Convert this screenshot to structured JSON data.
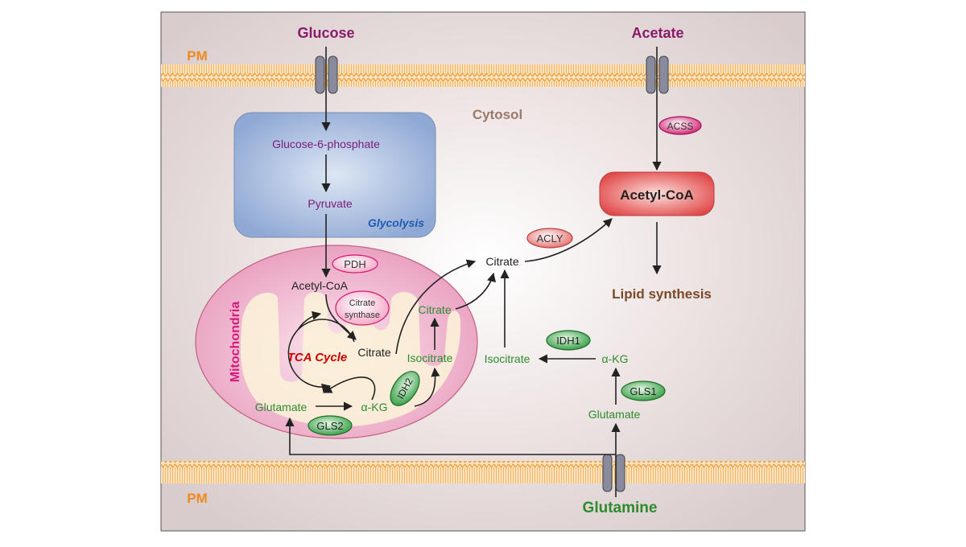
{
  "membrane": {
    "top_label": "PM",
    "bottom_label": "PM"
  },
  "compartments": {
    "cytosol": "Cytosol",
    "glycolysis": "Glycolysis",
    "mitochondria": "Mitochondria",
    "tca_cycle": "TCA Cycle"
  },
  "substrates": {
    "glucose": "Glucose",
    "acetate": "Acetate",
    "glutamine": "Glutamine"
  },
  "metabolites": {
    "g6p": "Glucose-6-phosphate",
    "pyruvate": "Pyruvate",
    "acetyl_coa_mito": "Acetyl-CoA",
    "citrate_mito": "Citrate",
    "citrate_mito_green": "Citrate",
    "isocitrate_mito": "Isocitrate",
    "akg_mito": "α-KG",
    "glutamate_mito": "Glutamate",
    "citrate_cyto": "Citrate",
    "isocitrate_cyto": "Isocitrate",
    "akg_cyto": "α-KG",
    "glutamate_cyto": "Glutamate",
    "acetyl_coa_cyto": "Acetyl-CoA",
    "lipid_synthesis": "Lipid synthesis"
  },
  "enzymes": {
    "pdh": "PDH",
    "citrate_synthase_1": "Citrate",
    "citrate_synthase_2": "synthase",
    "idh2": "IDH2",
    "gls2": "GLS2",
    "acly": "ACLY",
    "acss": "ACSS",
    "idh1": "IDH1",
    "gls1": "GLS1"
  },
  "colors": {
    "background": "#e4d8d8",
    "membrane": "#f0a040",
    "transporter": "#8a8a9e",
    "substrate_purple": "#8b1a6b",
    "glycolysis_text": "#7a1a7a",
    "glycolysis_label": "#1f5bb0",
    "mito_label": "#d4187a",
    "tca_red": "#cc0000",
    "green": "#2e8b2e",
    "lipid_brown": "#7a4a2a",
    "cytosol_label": "#9a7a6a",
    "pm_orange": "#ee8a1e"
  }
}
